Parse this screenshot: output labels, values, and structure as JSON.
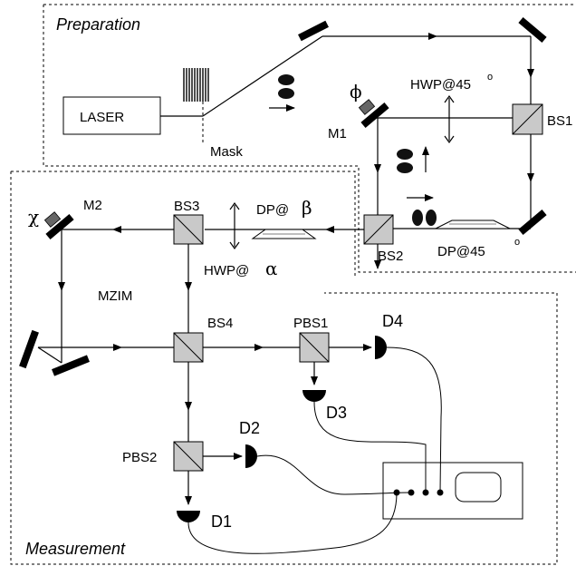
{
  "sections": {
    "preparation": "Preparation",
    "measurement": "Measurement"
  },
  "labels": {
    "laser": "LASER",
    "mask": "Mask",
    "phi": "ϕ",
    "m1": "M1",
    "hwp45": "HWP@45",
    "degree": "o",
    "bs1": "BS1",
    "bs2": "BS2",
    "dp45": "DP@45",
    "chi": "χ",
    "m2": "M2",
    "bs3": "BS3",
    "dp_beta_prefix": "DP@",
    "beta": "β",
    "hwp_alpha_prefix": "HWP@",
    "alpha": "α",
    "mzim": "MZIM",
    "bs4": "BS4",
    "pbs1": "PBS1",
    "pbs2": "PBS2",
    "d1": "D1",
    "d2": "D2",
    "d3": "D3",
    "d4": "D4"
  }
}
